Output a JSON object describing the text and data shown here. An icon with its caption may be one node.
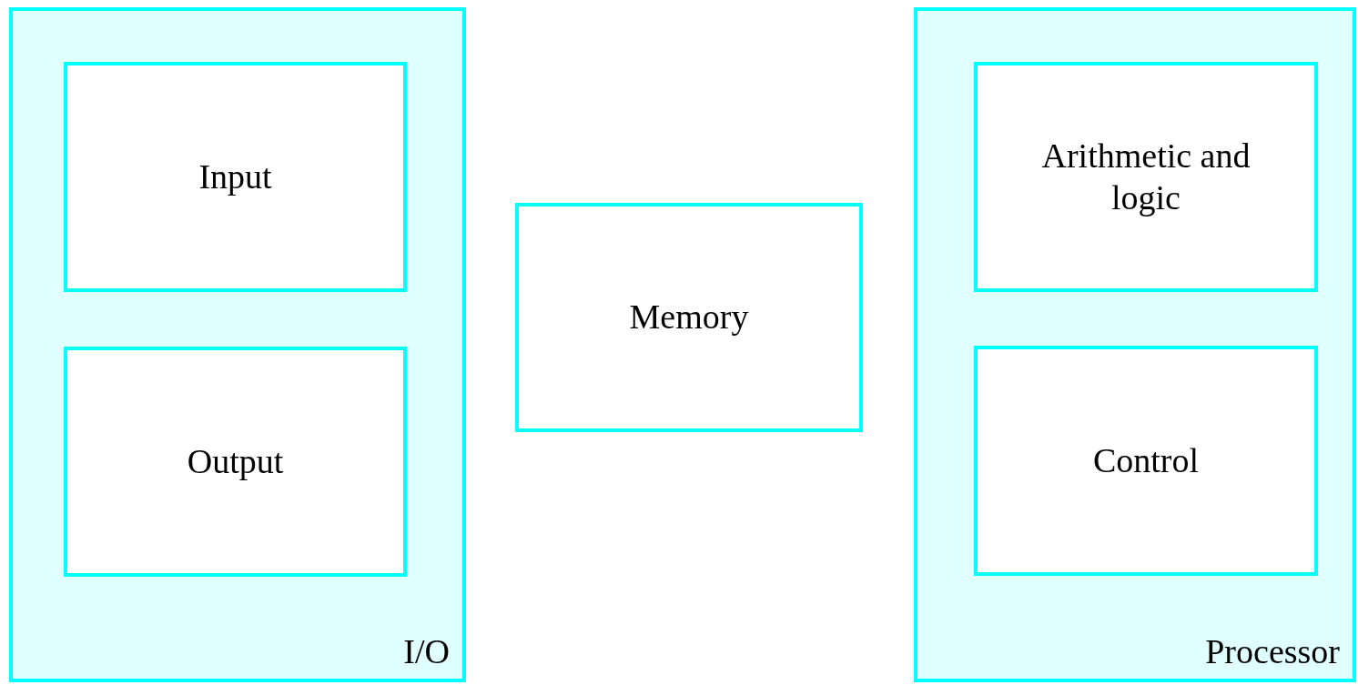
{
  "diagram": {
    "nodes": [
      {
        "text": [
          "I/O"
        ]
      },
      {
        "text": [
          "Input"
        ],
        "in": 0
      },
      {
        "text": [
          "Output"
        ],
        "in": 0
      },
      {
        "text": [
          "Memory"
        ]
      },
      {
        "text": [
          "Processor"
        ]
      },
      {
        "text": [
          "Arithmetic and logic"
        ],
        "in": 4
      },
      {
        "text": [
          "Control"
        ],
        "in": 4
      }
    ]
  }
}
